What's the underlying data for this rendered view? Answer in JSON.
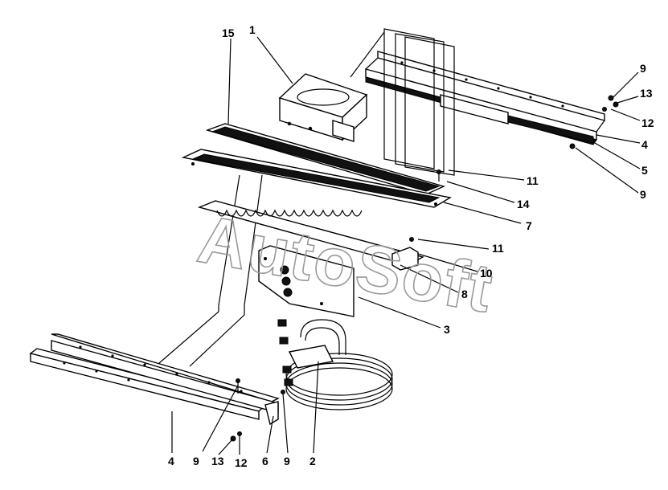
{
  "watermark": "AutoSoft",
  "callouts": [
    {
      "id": "c1",
      "text": "1"
    },
    {
      "id": "c15",
      "text": "15"
    },
    {
      "id": "c9a",
      "text": "9"
    },
    {
      "id": "c13a",
      "text": "13"
    },
    {
      "id": "c12a",
      "text": "12"
    },
    {
      "id": "c4a",
      "text": "4"
    },
    {
      "id": "c5",
      "text": "5"
    },
    {
      "id": "c9b",
      "text": "9"
    },
    {
      "id": "c11a",
      "text": "11"
    },
    {
      "id": "c14",
      "text": "14"
    },
    {
      "id": "c7",
      "text": "7"
    },
    {
      "id": "c11b",
      "text": "11"
    },
    {
      "id": "c10",
      "text": "10"
    },
    {
      "id": "c8",
      "text": "8"
    },
    {
      "id": "c3",
      "text": "3"
    },
    {
      "id": "c2",
      "text": "2"
    },
    {
      "id": "c4b",
      "text": "4"
    },
    {
      "id": "c9c",
      "text": "9"
    },
    {
      "id": "c13b",
      "text": "13"
    },
    {
      "id": "c12b",
      "text": "12"
    },
    {
      "id": "c6",
      "text": "6"
    },
    {
      "id": "c9d",
      "text": "9"
    }
  ]
}
